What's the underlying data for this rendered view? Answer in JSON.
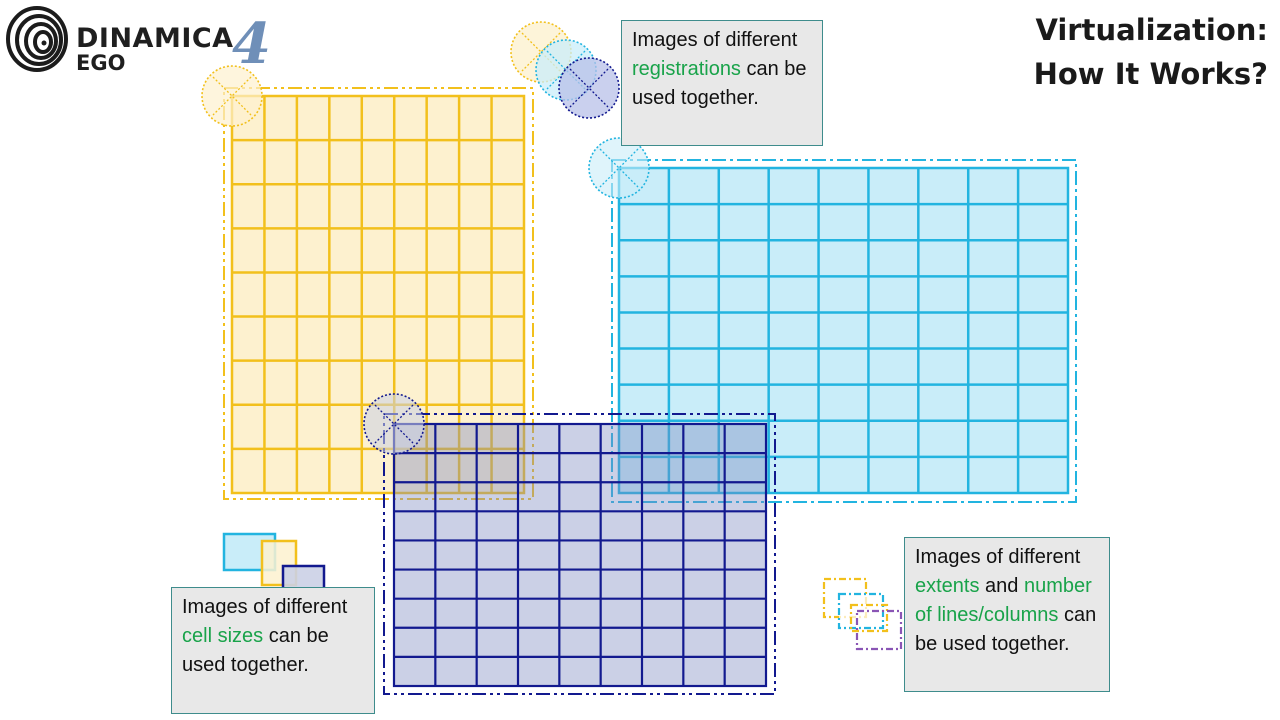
{
  "logo": {
    "brand": "DINAMICA",
    "sub": "EGO",
    "version": "4"
  },
  "title": {
    "line1": "Virtualization:",
    "line2": "How It Works?"
  },
  "notes": {
    "registrations": {
      "pre": "Images of different ",
      "highlight": "registrations",
      "post": " can be used together."
    },
    "cell_sizes": {
      "pre": "Images of different ",
      "highlight": "cell sizes",
      "post": " can be used together."
    },
    "extents": {
      "pre": "Images of different ",
      "highlight1": "extents",
      "mid": " and ",
      "highlight2": "number of lines/columns",
      "post": " can be used together."
    }
  },
  "colors": {
    "yellow": "#f2c01c",
    "yellow_fill": "#fdf1cf",
    "cyan": "#22b4e0",
    "cyan_fill": "#c9edf9",
    "navy": "#12198f",
    "navy_fill": "#cbd0e6",
    "purple": "#8a55b5",
    "highlight_green": "#19a34a"
  }
}
